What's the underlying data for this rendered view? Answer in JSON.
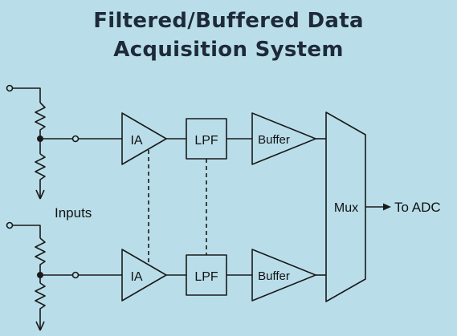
{
  "title": {
    "line1": "Filtered/Buffered Data",
    "line2": "Acquisition System"
  },
  "blocks": {
    "ia_label": "IA",
    "lpf_label": "LPF",
    "buffer_label": "Buffer",
    "mux_label": "Mux"
  },
  "labels": {
    "inputs": "Inputs",
    "output": "To ADC"
  },
  "colors": {
    "background": "#b9deea",
    "line": "#1a1a1a",
    "title": "#1e2a3a"
  }
}
